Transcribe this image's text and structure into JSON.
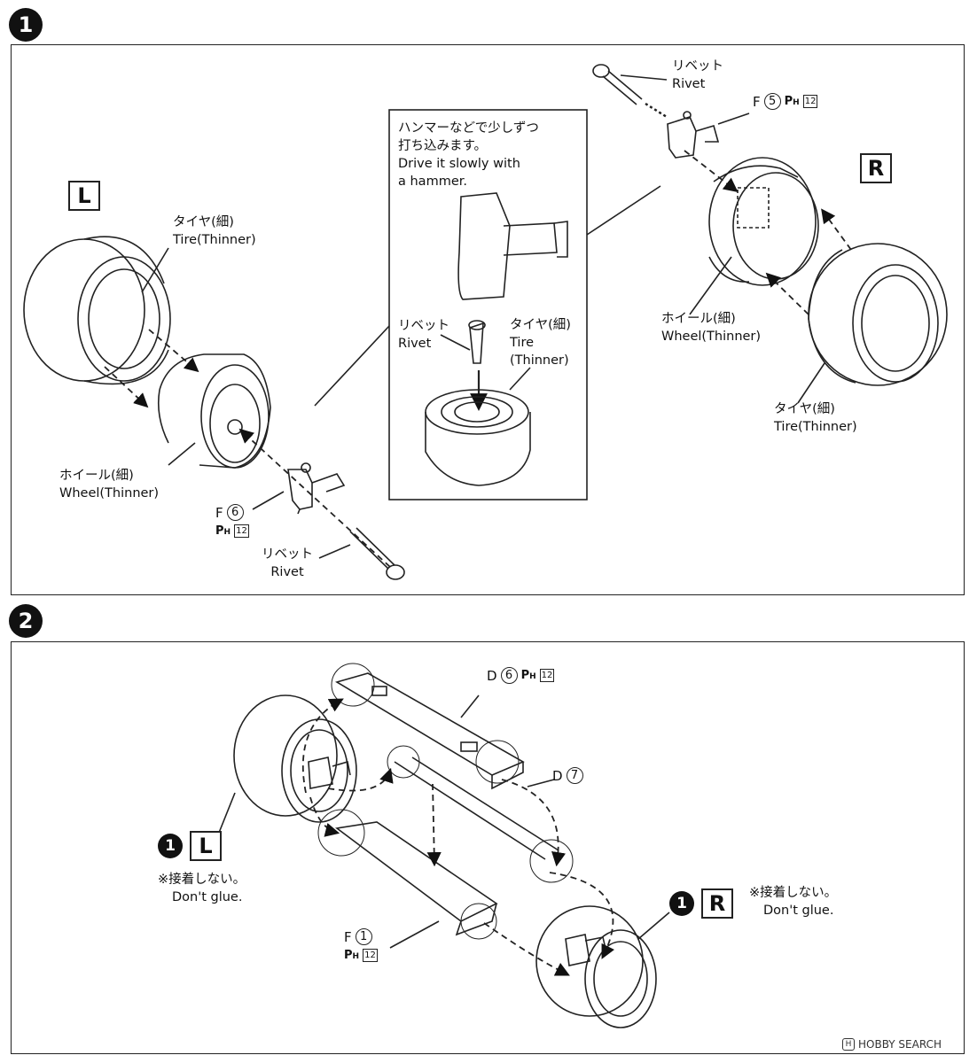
{
  "step1": {
    "number": "1",
    "left_side": "L",
    "right_side": "R",
    "tire_left": {
      "jp": "タイヤ(細)",
      "en": "Tire(Thinner)"
    },
    "wheel_left": {
      "jp": "ホイール(細)",
      "en": "Wheel(Thinner)"
    },
    "part_left": {
      "letter": "F",
      "num": "6",
      "ph": "12"
    },
    "rivet_left": {
      "jp": "リベット",
      "en": "Rivet"
    },
    "callout": {
      "jp1": "ハンマーなどで少しずつ",
      "jp2": "打ち込みます。",
      "en1": "Drive it slowly with",
      "en2": "a hammer."
    },
    "callout_rivet": {
      "jp": "リベット",
      "en": "Rivet"
    },
    "callout_tire": {
      "jp": "タイヤ(細)",
      "en1": "Tire",
      "en2": "(Thinner)"
    },
    "rivet_right": {
      "jp": "リベット",
      "en": "Rivet"
    },
    "part_right": {
      "letter": "F",
      "num": "5",
      "ph": "12"
    },
    "wheel_right": {
      "jp": "ホイール(細)",
      "en": "Wheel(Thinner)"
    },
    "tire_right": {
      "jp": "タイヤ(細)",
      "en": "Tire(Thinner)"
    }
  },
  "step2": {
    "number": "2",
    "part_d6": {
      "letter": "D",
      "num": "6",
      "ph": "12"
    },
    "part_d7": {
      "letter": "D",
      "num": "7"
    },
    "part_f1": {
      "letter": "F",
      "num": "1",
      "ph": "12"
    },
    "left_ref": {
      "bullet": "1",
      "side": "L",
      "jp": "※接着しない。",
      "en": "Don't glue."
    },
    "right_ref": {
      "bullet": "1",
      "side": "R",
      "jp": "※接着しない。",
      "en": "Don't glue."
    }
  },
  "watermark": {
    "icon": "H",
    "text": "HOBBY SEARCH"
  }
}
